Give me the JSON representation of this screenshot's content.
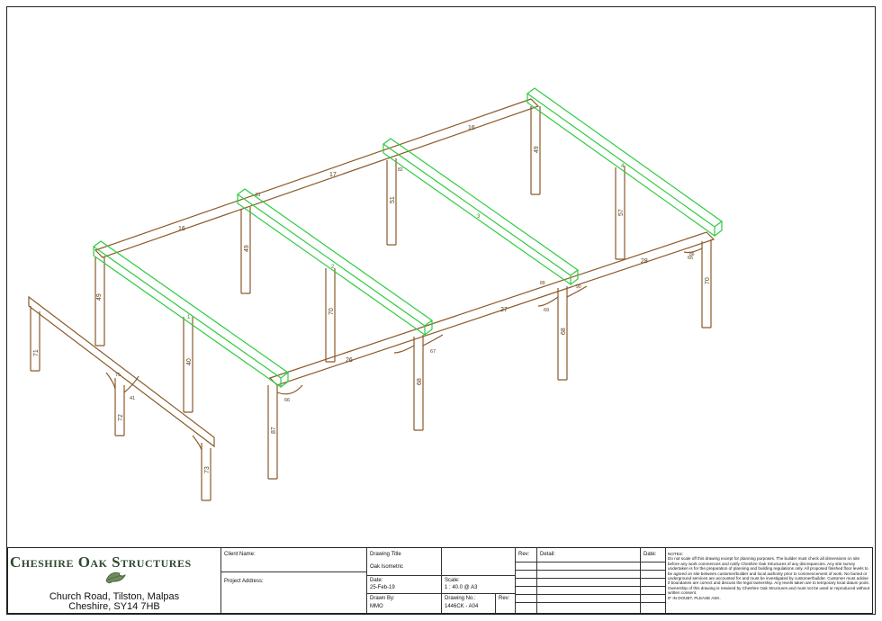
{
  "drawing": {
    "dimensions": {
      "left_run_1": "16",
      "left_run_2": "17",
      "left_run_3": "16",
      "front_run_1": "26",
      "front_run_2": "27",
      "front_run_3": "28",
      "post_49a": "49",
      "post_49b": "49",
      "post_51": "51",
      "post_49c": "49",
      "post_40a": "40",
      "post_70a": "70",
      "post_57": "57",
      "post_68a": "68",
      "post_68b": "68",
      "post_87": "87",
      "post_70b": "70",
      "brace_66": "66",
      "brace_67": "67",
      "brace_69": "69",
      "brace_65": "65",
      "frame_71": "71",
      "frame_72": "72",
      "frame_73": "73",
      "frame_41": "41",
      "frame_75": "75",
      "fb_1": "1",
      "fb_2": "2",
      "fb_3": "3",
      "fb_4": "4",
      "tiny_1": "82",
      "tiny_2": "81",
      "tiny_3": "90",
      "tiny_4": "89",
      "tiny_5": "86"
    },
    "colors": {
      "timber": "#8B5A2B",
      "highlight": "#2ecc40"
    }
  },
  "title_block": {
    "company": "Cheshire Oak Structures",
    "address_line1": "Church Road, Tilston, Malpas",
    "address_line2": "Cheshire, SY14 7HB",
    "logo_icon": "oak-leaf-icon",
    "client_name_label": "Client Name:",
    "project_address_label": "Project Address:",
    "drawing_title_label": "Drawing Title",
    "drawing_title_value": "Oak Isometric",
    "date_label": "Date:",
    "date_value": "25-Feb-19",
    "scale_label": "Scale:",
    "scale_value": "1 : 40.0 @ A3",
    "drawn_by_label": "Drawn By:",
    "drawn_by_value": "MMO",
    "drawing_no_label": "Drawing No.:",
    "drawing_no_value": "1446CK - A04",
    "rev_label": "Rev:",
    "detail_label": "Detail:",
    "date_col_label": "Date:",
    "notes_title": "NOTES:",
    "notes_body": "Do not scale off this drawing except for planning purposes. The builder must check all dimensions on site before any work commences and notify Cheshire Oak Structures of any discrepancies. Any site survey undertaken is for the preparation of planning and building regulations only. All proposed finished floor levels to be agreed on site between customer/builder and local authority prior to commencement of work. No buried or underground services are accounted for and must be investigated by customer/builder. Customer must advise if boundaries are correct and discuss the legal ownership. Any levels taken are to temporary local datum point. Ownership of this drawing is retained by Cheshire Oak Structures and must not be used or reproduced without written consent.",
    "notes_footer": "IF IN DOUBT, PLEASE ASK."
  }
}
